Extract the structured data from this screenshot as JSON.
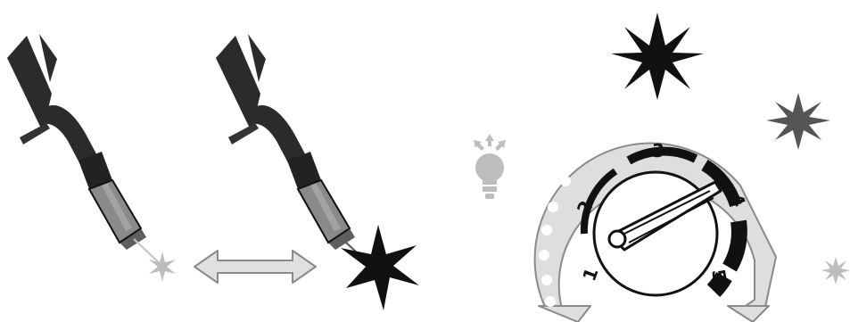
{
  "dial": {
    "numbers": [
      "1",
      "2",
      "3",
      "4",
      "5"
    ],
    "setting_level": 4
  },
  "icons": {
    "torch_left": "welding-torch-icon",
    "torch_right": "welding-torch-icon",
    "spark_faint": "spark-faint-icon",
    "spark_strong": "spark-strong-icon",
    "adjust": "double-arrow-icon",
    "light_tip": "lightbulb-icon",
    "spark_top": "spark-large-icon",
    "spark_side": "spark-medium-icon",
    "spark_small": "spark-small-icon"
  },
  "colors": {
    "ink": "#111111",
    "torch_body": "#2b2b2b",
    "nozzle": "#8a8a8a",
    "faint_gray": "#bdbdbd",
    "arrow_fill": "#e0e0e0",
    "mid_gray": "#555555"
  }
}
